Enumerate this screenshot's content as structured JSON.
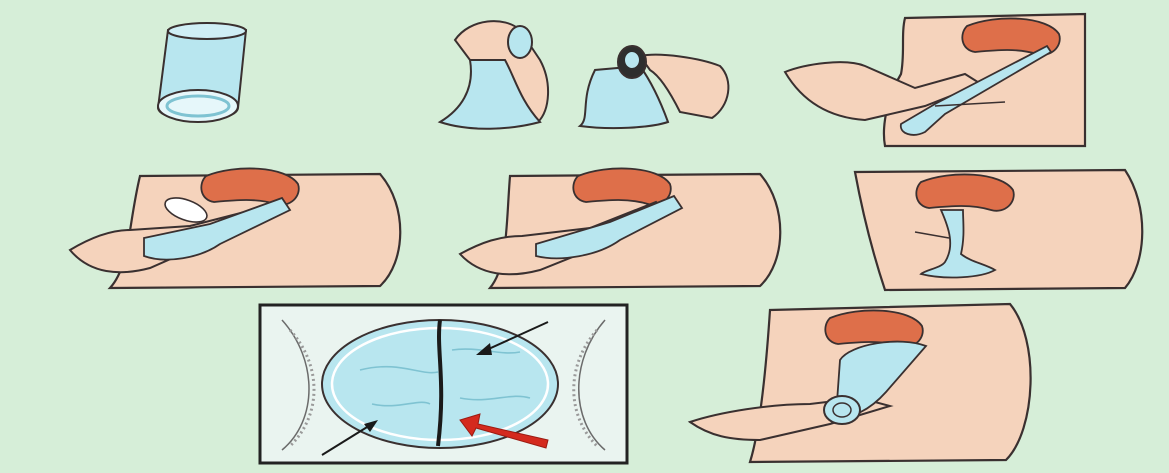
{
  "colors": {
    "background": "#d6eed8",
    "skin": "#f5d3bc",
    "outline": "#3a3030",
    "uterus": "#de6f4a",
    "device": "#b8e6ef",
    "device_dark": "#7fc3d2",
    "arrow_red": "#d42a1e",
    "inset_border": "#222222",
    "inset_fill": "#eaf4f0"
  },
  "panels": [
    {
      "id": "female-condom",
      "icon": "open-sleeve"
    },
    {
      "id": "hands-squeeze-inner-ring",
      "icon": "hands-holding-device"
    },
    {
      "id": "insertion-start",
      "icon": "pelvis-side-view"
    },
    {
      "id": "insertion-index-finger",
      "icon": "pelvis-side-view"
    },
    {
      "id": "insertion-push-deep",
      "icon": "pelvis-side-view"
    },
    {
      "id": "device-in-place",
      "icon": "pelvis-side-view"
    },
    {
      "id": "outer-ring-inset",
      "icon": "outer-ring-front-view"
    },
    {
      "id": "guiding-during-use",
      "icon": "pelvis-side-view"
    }
  ]
}
